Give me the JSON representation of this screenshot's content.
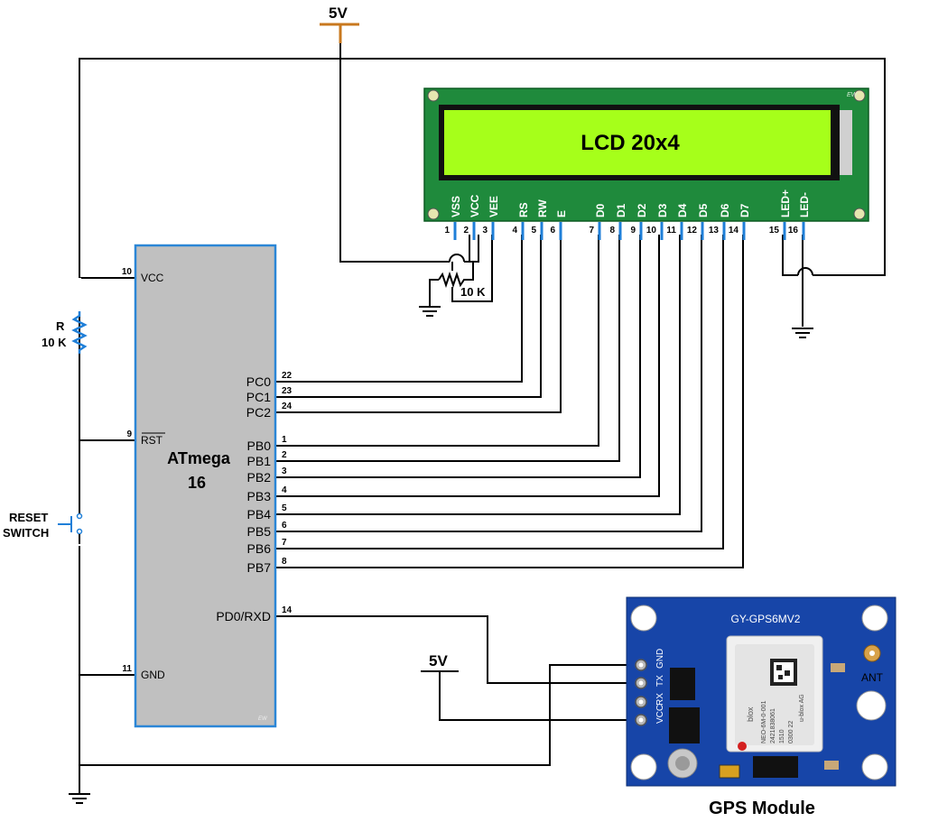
{
  "supply": {
    "top_label": "5V",
    "gps_label": "5V"
  },
  "lcd": {
    "title": "LCD 20x4",
    "corner": "EW",
    "pins": [
      {
        "name": "VSS",
        "num": "1"
      },
      {
        "name": "VCC",
        "num": "2"
      },
      {
        "name": "VEE",
        "num": "3"
      },
      {
        "name": "RS",
        "num": "4"
      },
      {
        "name": "RW",
        "num": "5"
      },
      {
        "name": "E",
        "num": "6"
      },
      {
        "name": "D0",
        "num": "7"
      },
      {
        "name": "D1",
        "num": "8"
      },
      {
        "name": "D2",
        "num": "9"
      },
      {
        "name": "D3",
        "num": "10"
      },
      {
        "name": "D4",
        "num": "11"
      },
      {
        "name": "D5",
        "num": "12"
      },
      {
        "name": "D6",
        "num": "13"
      },
      {
        "name": "D7",
        "num": "14"
      },
      {
        "name": "LED+",
        "num": "15"
      },
      {
        "name": "LED-",
        "num": "16"
      }
    ],
    "pot_label": "10 K"
  },
  "mcu": {
    "name": "ATmega",
    "model": "16",
    "corner": "EW",
    "left_pins": [
      {
        "name": "VCC",
        "num": "10"
      },
      {
        "name": "RST",
        "num": "9"
      },
      {
        "name": "GND",
        "num": "11"
      }
    ],
    "right_pins": [
      {
        "name": "PC0",
        "num": "22"
      },
      {
        "name": "PC1",
        "num": "23"
      },
      {
        "name": "PC2",
        "num": "24"
      },
      {
        "name": "PB0",
        "num": "1"
      },
      {
        "name": "PB1",
        "num": "2"
      },
      {
        "name": "PB2",
        "num": "3"
      },
      {
        "name": "PB3",
        "num": "4"
      },
      {
        "name": "PB4",
        "num": "5"
      },
      {
        "name": "PB5",
        "num": "6"
      },
      {
        "name": "PB6",
        "num": "7"
      },
      {
        "name": "PB7",
        "num": "8"
      },
      {
        "name": "PD0/RXD",
        "num": "14"
      }
    ]
  },
  "resistor": {
    "name": "R",
    "value": "10 K"
  },
  "reset": {
    "line1": "RESET",
    "line2": "SWITCH"
  },
  "gps": {
    "board": "GY-GPS6MV2",
    "pins": [
      "GND",
      "TX",
      "RX",
      "VCC"
    ],
    "antenna": "ANT",
    "chip_brand": "blox",
    "chip_text": [
      "NEO-6M-0-001",
      "2421838061",
      "1510",
      "0300 22"
    ],
    "chip_side": "u-blox AG",
    "caption": "GPS Module"
  },
  "colors": {
    "lcd_board": "#1f8a3c",
    "lcd_screen": "#a6ff1a",
    "mcu_body": "#c0c0c0",
    "mcu_border": "#2b86d6",
    "gps_board": "#1745a8",
    "pin": "#1f7fd8",
    "wire": "#000000",
    "supply": "#c8781e"
  }
}
